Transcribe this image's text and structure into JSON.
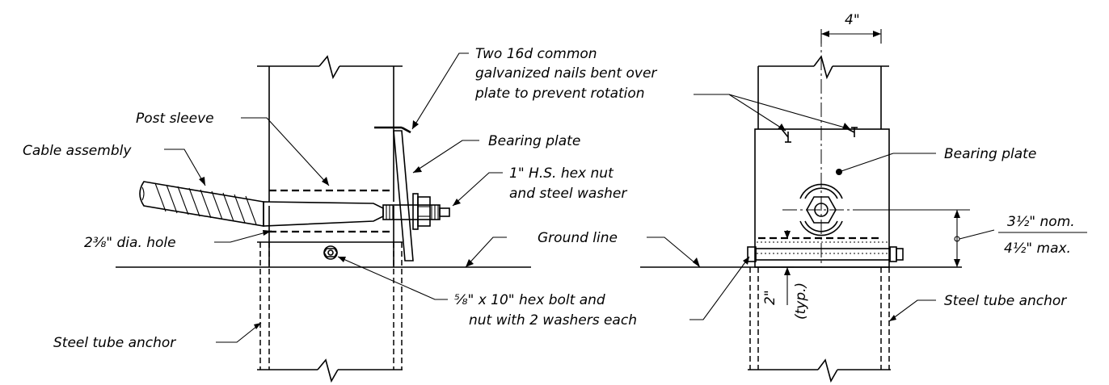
{
  "labels": {
    "nails_line1": "Two 16d common",
    "nails_line2": "galvanized nails bent over",
    "nails_line3": "plate to prevent rotation",
    "post_sleeve": "Post sleeve",
    "bearing_plate_left": "Bearing plate",
    "cable_assembly": "Cable assembly",
    "hex_nut_line1": "1\" H.S. hex nut",
    "hex_nut_line2": "and steel washer",
    "hole_dia": "2⅜\" dia. hole",
    "ground_line": "Ground line",
    "bolt_line1": "⅝\" x 10\" hex bolt and",
    "bolt_line2": "nut with 2 washers each",
    "steel_tube_left": "Steel tube anchor",
    "steel_tube_right": "Steel tube anchor",
    "bearing_plate_right": "Bearing plate",
    "dim_width": "4\"",
    "dim_nom": "3½\" nom.",
    "dim_max": "4½\" max.",
    "dim_typ_value": "2\"",
    "dim_typ_note": "(typ.)"
  }
}
